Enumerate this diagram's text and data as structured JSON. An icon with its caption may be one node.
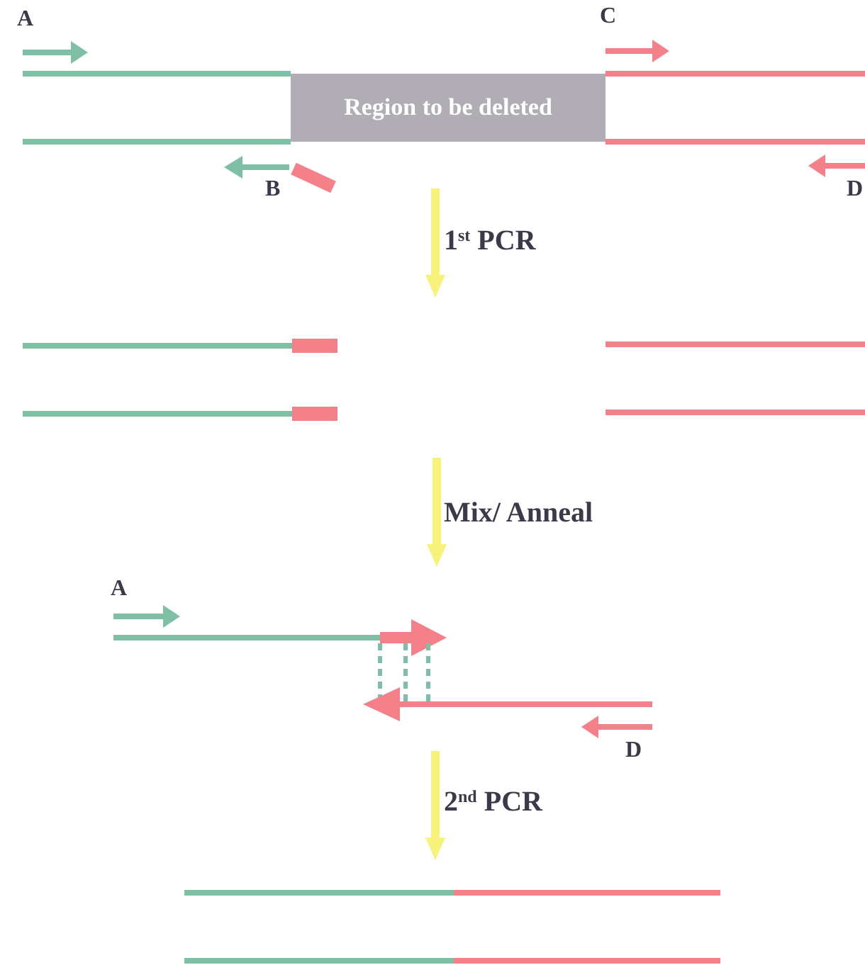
{
  "diagram": {
    "nodes": [
      {
        "text": [
          "Region to be deleted"
        ]
      }
    ],
    "labels": [
      "A",
      "C",
      "B",
      "D",
      "1$^{st}$ PCR",
      "Mix/ Anneal",
      "A",
      "D",
      "2$^{nd}$ PCR"
    ]
  }
}
